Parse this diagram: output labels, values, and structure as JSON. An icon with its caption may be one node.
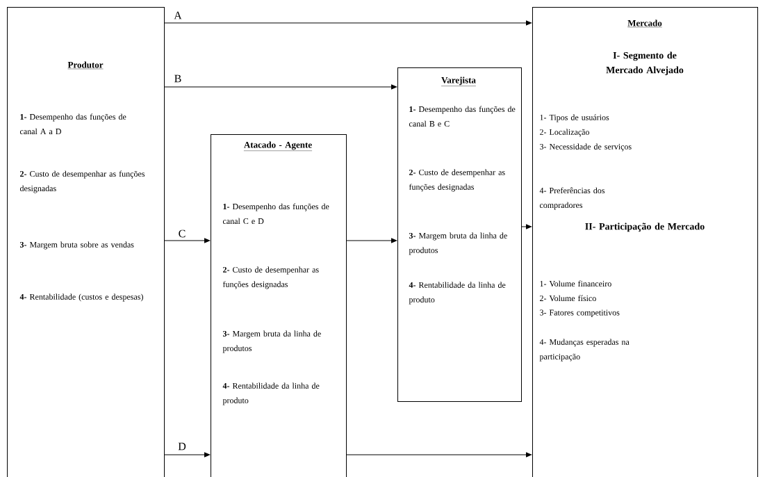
{
  "diagram": {
    "nodes": [
      {
        "text": [
          "Produtor",
          "**1-** Desempenho das funções de canal A a D",
          "**2-** Custo de desempenhar as funções designadas",
          "**3-** Margem bruta sobre as vendas",
          "**4-** Rentabilidade (custos e despesas)"
        ]
      },
      {
        "text": [
          "Atacado - Agente",
          "**1-** Desempenho das funções de canal C e D",
          "**2-** Custo de desempenhar as funções designadas",
          "**3-** Margem bruta da linha de produtos",
          "**4-** Rentabilidade da linha de produto"
        ]
      },
      {
        "text": [
          "Varejista",
          "**1-** Desempenho das funções de canal B e C",
          "**2-** Custo de desempenhar as funções designadas",
          "**3-** Margem bruta da linha de produtos",
          "**4-** Rentabilidade da linha de produto"
        ]
      },
      {
        "text": [
          "Mercado",
          "I- Segmento de Mercado Alvejado",
          "1- Tipos de usuários",
          "2- Localização",
          "3- Necessidade de serviços",
          "4- Preferências dos compradores",
          "II- Participação de Mercado",
          "1- Volume financeiro",
          "2- Volume físico",
          "3- Fatores competitivos",
          "4- Mudanças esperadas na participação"
        ]
      }
    ],
    "edges": [
      {
        "from": 0,
        "to": 3,
        "arrow": "to",
        "label": "A"
      },
      {
        "from": 0,
        "to": 2,
        "arrow": "to",
        "label": "B"
      },
      {
        "from": 0,
        "to": 1,
        "arrow": "to",
        "label": "C"
      },
      {
        "from": 1,
        "to": 2,
        "arrow": "to"
      },
      {
        "from": 2,
        "to": 3,
        "arrow": "to"
      },
      {
        "from": 0,
        "to": 1,
        "arrow": "to",
        "label": "D"
      },
      {
        "from": 1,
        "to": 3,
        "arrow": "to"
      }
    ]
  }
}
